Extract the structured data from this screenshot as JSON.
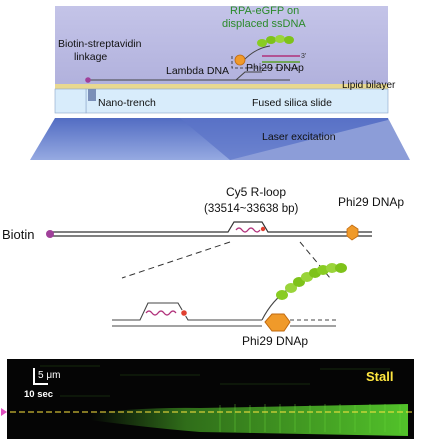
{
  "top_panel": {
    "rpa_label_line1": "RPA-eGFP on",
    "rpa_label_line2": "displaced ssDNA",
    "biotin_label_line1": "Biotin-streptavidin",
    "biotin_label_line2": "linkage",
    "lambda_label": "Lambda DNA",
    "phi29_label": "Phi29 DNAp",
    "lipid_label": "Lipid bilayer",
    "trench_label": "Nano-trench",
    "slide_label": "Fused silica slide",
    "laser_label": "Laser excitation"
  },
  "middle_panel": {
    "rloop_label_line1": "Cy5 R-loop",
    "rloop_label_line2": "(33514~33638 bp)",
    "biotin_label": "Biotin",
    "phi29_label": "Phi29 DNAp",
    "zoom_phi29_label": "Phi29 DNAp"
  },
  "kymograph": {
    "scale_length_label": "5 μm",
    "scale_time_label": "10 sec",
    "stall_label": "Stall"
  },
  "colors": {
    "chamber_purple": "#b8b8e0",
    "slide_blue": "#d8ecfb",
    "lipid_yellow": "#e8d890",
    "laser_blue": "#4f6cc4",
    "rpa_green": "#88cc22",
    "phi29_orange": "#f09a2a",
    "biotin_magenta": "#a0409a",
    "rna_magenta": "#b0307a",
    "rpa_text_green": "#2a8a2a",
    "stall_yellow": "#ffe640",
    "kymo_green": "#52c22a"
  }
}
